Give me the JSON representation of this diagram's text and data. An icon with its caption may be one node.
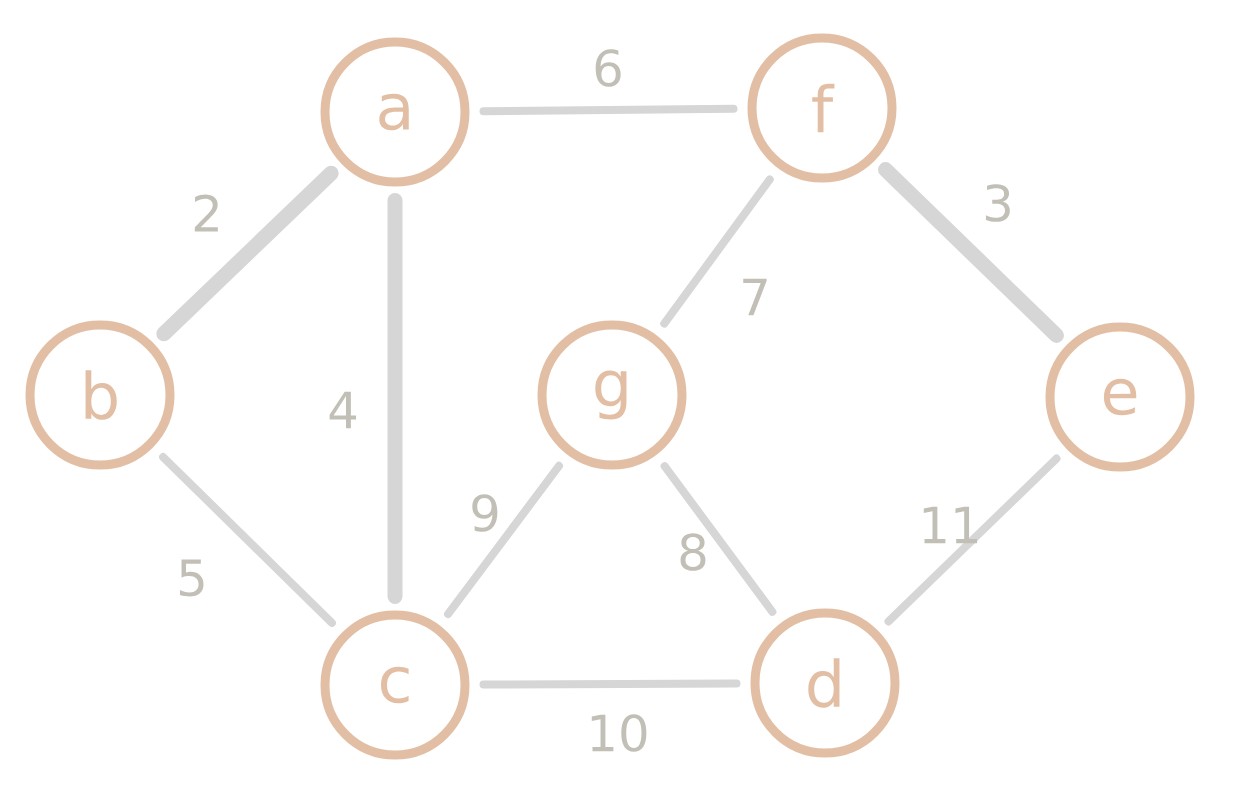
{
  "diagram": {
    "nodes": [
      {
        "text": [
          "a"
        ]
      },
      {
        "text": [
          "f"
        ]
      },
      {
        "text": [
          "b"
        ]
      },
      {
        "text": [
          "g"
        ]
      },
      {
        "text": [
          "e"
        ]
      },
      {
        "text": [
          "c"
        ]
      },
      {
        "text": [
          "d"
        ]
      }
    ],
    "edges": [
      {
        "from": 0,
        "to": 1,
        "label": "6",
        "arrow": "none"
      },
      {
        "from": 0,
        "to": 2,
        "label": "2",
        "arrow": "none",
        "style": "thick"
      },
      {
        "from": 0,
        "to": 5,
        "label": "4",
        "arrow": "none",
        "style": "thick"
      },
      {
        "from": 1,
        "to": 3,
        "label": "7",
        "arrow": "none"
      },
      {
        "from": 1,
        "to": 4,
        "label": "3",
        "arrow": "none",
        "style": "thick"
      },
      {
        "from": 2,
        "to": 5,
        "label": "5",
        "arrow": "none"
      },
      {
        "from": 3,
        "to": 5,
        "label": "9",
        "arrow": "none"
      },
      {
        "from": 3,
        "to": 6,
        "label": "8",
        "arrow": "none"
      },
      {
        "from": 4,
        "to": 6,
        "label": "11",
        "arrow": "none"
      },
      {
        "from": 5,
        "to": 6,
        "label": "10",
        "arrow": "none"
      }
    ]
  }
}
